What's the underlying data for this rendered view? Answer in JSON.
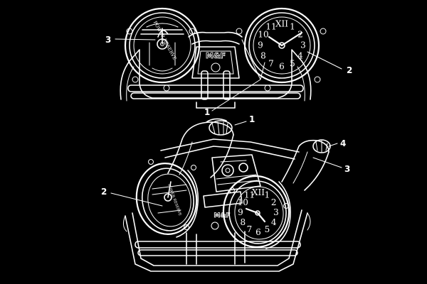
{
  "brand_text": "M&F",
  "power_reserve_text": "POWER RESERVE",
  "dial_numerals": [
    "XII",
    "1",
    "2",
    "3",
    "4",
    "5",
    "6",
    "7",
    "8",
    "9",
    "10",
    "11"
  ],
  "callouts": {
    "top_view": {
      "label_1": "1",
      "label_2": "2",
      "label_3": "3"
    },
    "perspective_view": {
      "label_1": "1",
      "label_2": "2",
      "label_3": "3",
      "label_4": "4"
    }
  },
  "colors": {
    "background": "#000000",
    "line": "#ffffff"
  }
}
